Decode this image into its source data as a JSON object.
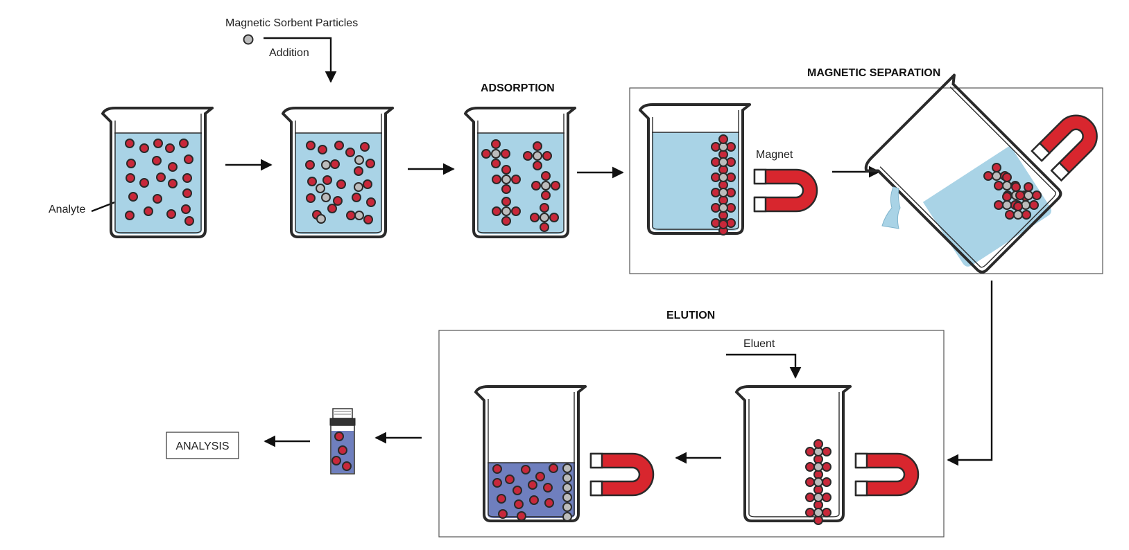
{
  "labels": {
    "magnetic_sorbent_particles": "Magnetic Sorbent Particles",
    "addition": "Addition",
    "analyte": "Analyte",
    "adsorption": "ADSORPTION",
    "magnetic_separation": "MAGNETIC SEPARATION",
    "magnet": "Magnet",
    "elution": "ELUTION",
    "eluent": "Eluent",
    "analysis": "ANALYSIS"
  },
  "colors": {
    "water": "#a9d3e6",
    "eluate": "#6f7fbe",
    "analyte": "#c8283a",
    "sorbent": "#bcbcbc",
    "magnet_red": "#d8262e",
    "outline": "#2a2a2a",
    "box_border": "#555555"
  }
}
